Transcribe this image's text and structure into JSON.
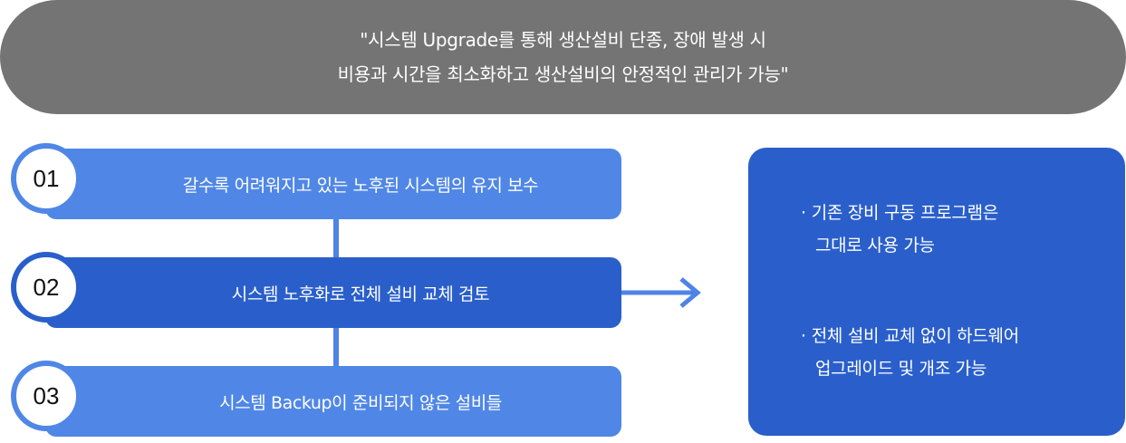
{
  "banner": {
    "line1": "\"시스템 Upgrade를 통해 생산설비 단종, 장애 발생 시",
    "line2": "비용과 시간을 최소화하고 생산설비의 안정적인 관리가 가능\""
  },
  "steps": [
    {
      "number": "01",
      "label": "갈수록 어려워지고 있는 노후된 시스템의 유지 보수"
    },
    {
      "number": "02",
      "label": "시스템 노후화로 전체 설비 교체 검토"
    },
    {
      "number": "03",
      "label": "시스템 Backup이 준비되지 않은 설비들"
    }
  ],
  "result": {
    "bullet": "·",
    "items": [
      {
        "line1": "기존 장비 구동 프로그램은",
        "line2": "그대로 사용 가능"
      },
      {
        "line1": "전체 설비 교체 없이 하드웨어",
        "line2": "업그레이드 및 개조 가능"
      }
    ]
  },
  "colors": {
    "banner_bg": "#747474",
    "light_blue": "#5087e6",
    "dark_blue": "#2a5fcb"
  }
}
